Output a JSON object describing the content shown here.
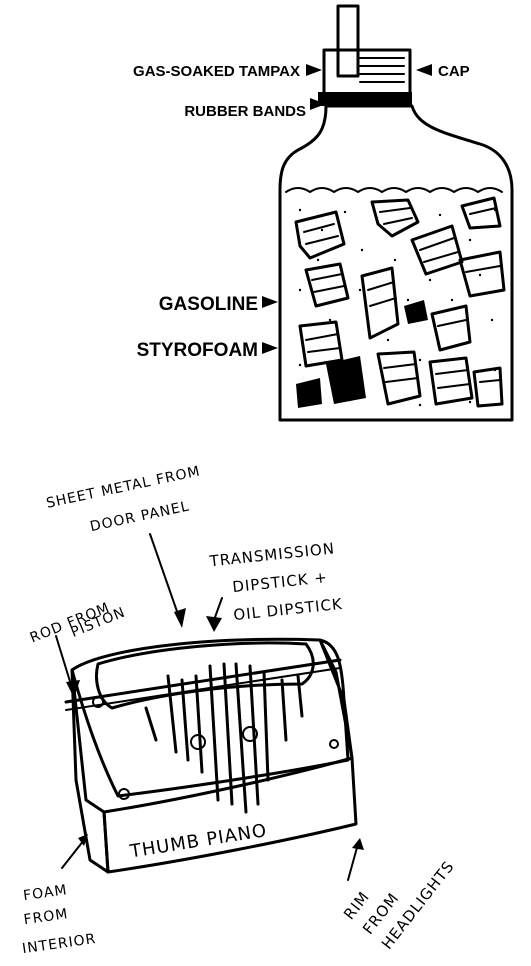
{
  "molotov": {
    "labels": {
      "tampax": "GAS-SOAKED TAMPAX",
      "cap": "CAP",
      "rubber_bands": "RUBBER BANDS",
      "gasoline": "GASOLINE",
      "styrofoam": "STYROFOAM"
    }
  },
  "thumb_piano": {
    "labels": {
      "sheet_metal_1": "SHEET METAL FROM",
      "sheet_metal_2": "DOOR PANEL",
      "transmission_1": "TRANSMISSION",
      "transmission_2": "DIPSTICK +",
      "transmission_3": "OIL DIPSTICK",
      "rod_1": "ROD FROM",
      "rod_2": "PISTON",
      "foam_1": "FOAM",
      "foam_2": "FROM",
      "foam_3": "INTERIOR",
      "rim_1": "RIM",
      "rim_2": "FROM",
      "rim_3": "HEADLIGHTS",
      "box_text": "THUMB PIANO"
    }
  },
  "colors": {
    "ink": "#000000",
    "paper": "#ffffff"
  }
}
